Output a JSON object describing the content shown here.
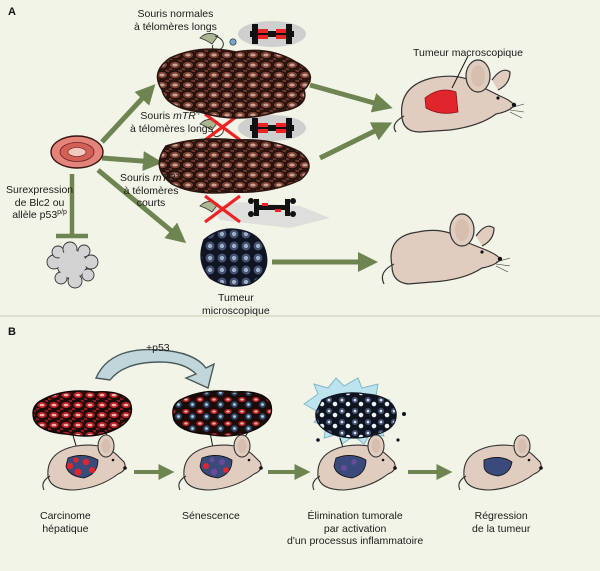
{
  "panel_a": {
    "letter": "A",
    "normal_mice": [
      "Souris normales",
      "à télomères longs"
    ],
    "mtr_long": {
      "prefix": "Souris ",
      "gene": "mTR",
      "sup": "-/-",
      "line2": "à télomères longs"
    },
    "mtr_short": {
      "prefix": "Souris ",
      "gene": "mTR",
      "sup": "-/-",
      "line2": "à télomères",
      "line3": "courts"
    },
    "overexpression": {
      "line1": "Surexpression",
      "line2": "de Blc2 ou",
      "line3_prefix": "allèle p53",
      "line3_sup": "p/p"
    },
    "macro_tumor": "Tumeur macroscopique",
    "micro_tumor": [
      "Tumeur",
      "microscopique"
    ]
  },
  "panel_b": {
    "letter": "B",
    "p53": "+p53",
    "stages": [
      {
        "lines": [
          "Carcinome",
          "hépatique"
        ]
      },
      {
        "lines": [
          "Sénescence"
        ]
      },
      {
        "lines": [
          "Élimination tumorale",
          "par activation",
          "d'un processus inflammatoire"
        ]
      },
      {
        "lines": [
          "Régression",
          "de la tumeur"
        ]
      }
    ]
  },
  "colors": {
    "background": "#f3f4e8",
    "arrow": "#6e8552",
    "tumor_cell": "#5a2e22",
    "cell_nucleus": "#c9a396",
    "mouse_body": "#e0cdc0",
    "tumor_red": "#e0262c",
    "senescent_cell": "#35405a"
  }
}
